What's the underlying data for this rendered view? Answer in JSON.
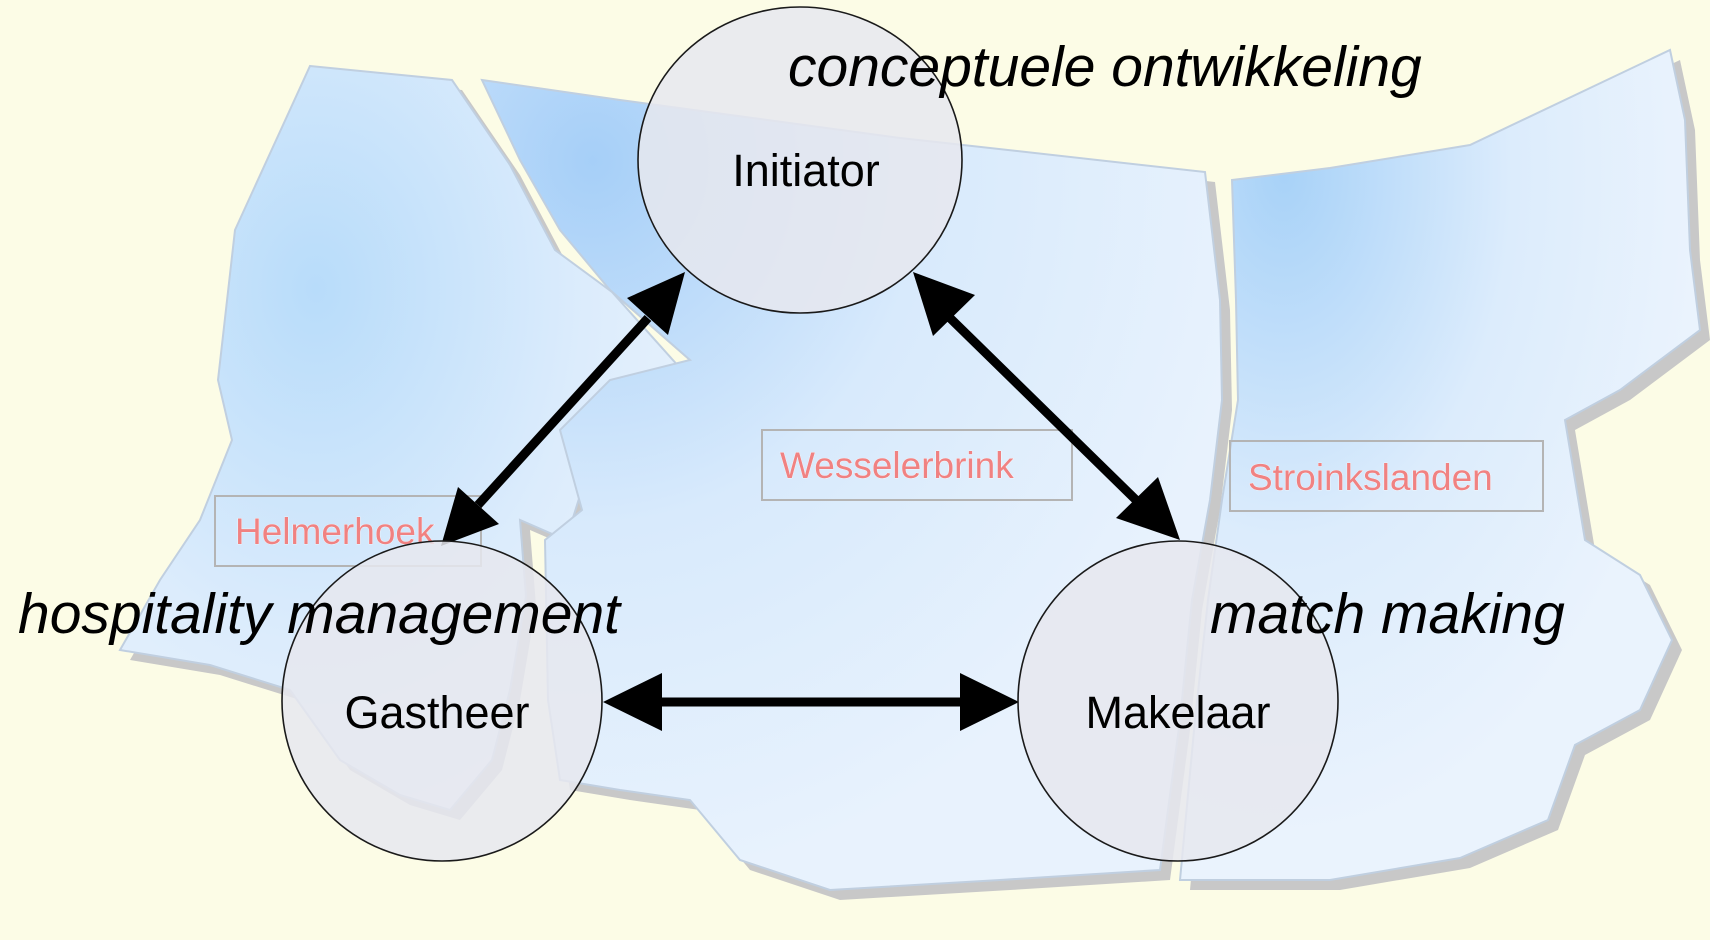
{
  "regions": {
    "helmerhoek": "Helmerhoek",
    "wesselerbrink": "Wesselerbrink",
    "stroinkslanden": "Stroinkslanden"
  },
  "nodes": {
    "initiator": "Initiator",
    "gastheer": "Gastheer",
    "makelaar": "Makelaar"
  },
  "roles": {
    "initiator": "conceptuele ontwikkeling",
    "gastheer": "hospitality management",
    "makelaar": "match making"
  },
  "colors": {
    "background": "#fcfce6",
    "map_fill": "#e4f0fc",
    "map_deep": "#a8d0f8",
    "region_label": "#f08282",
    "arrow": "#000000"
  }
}
